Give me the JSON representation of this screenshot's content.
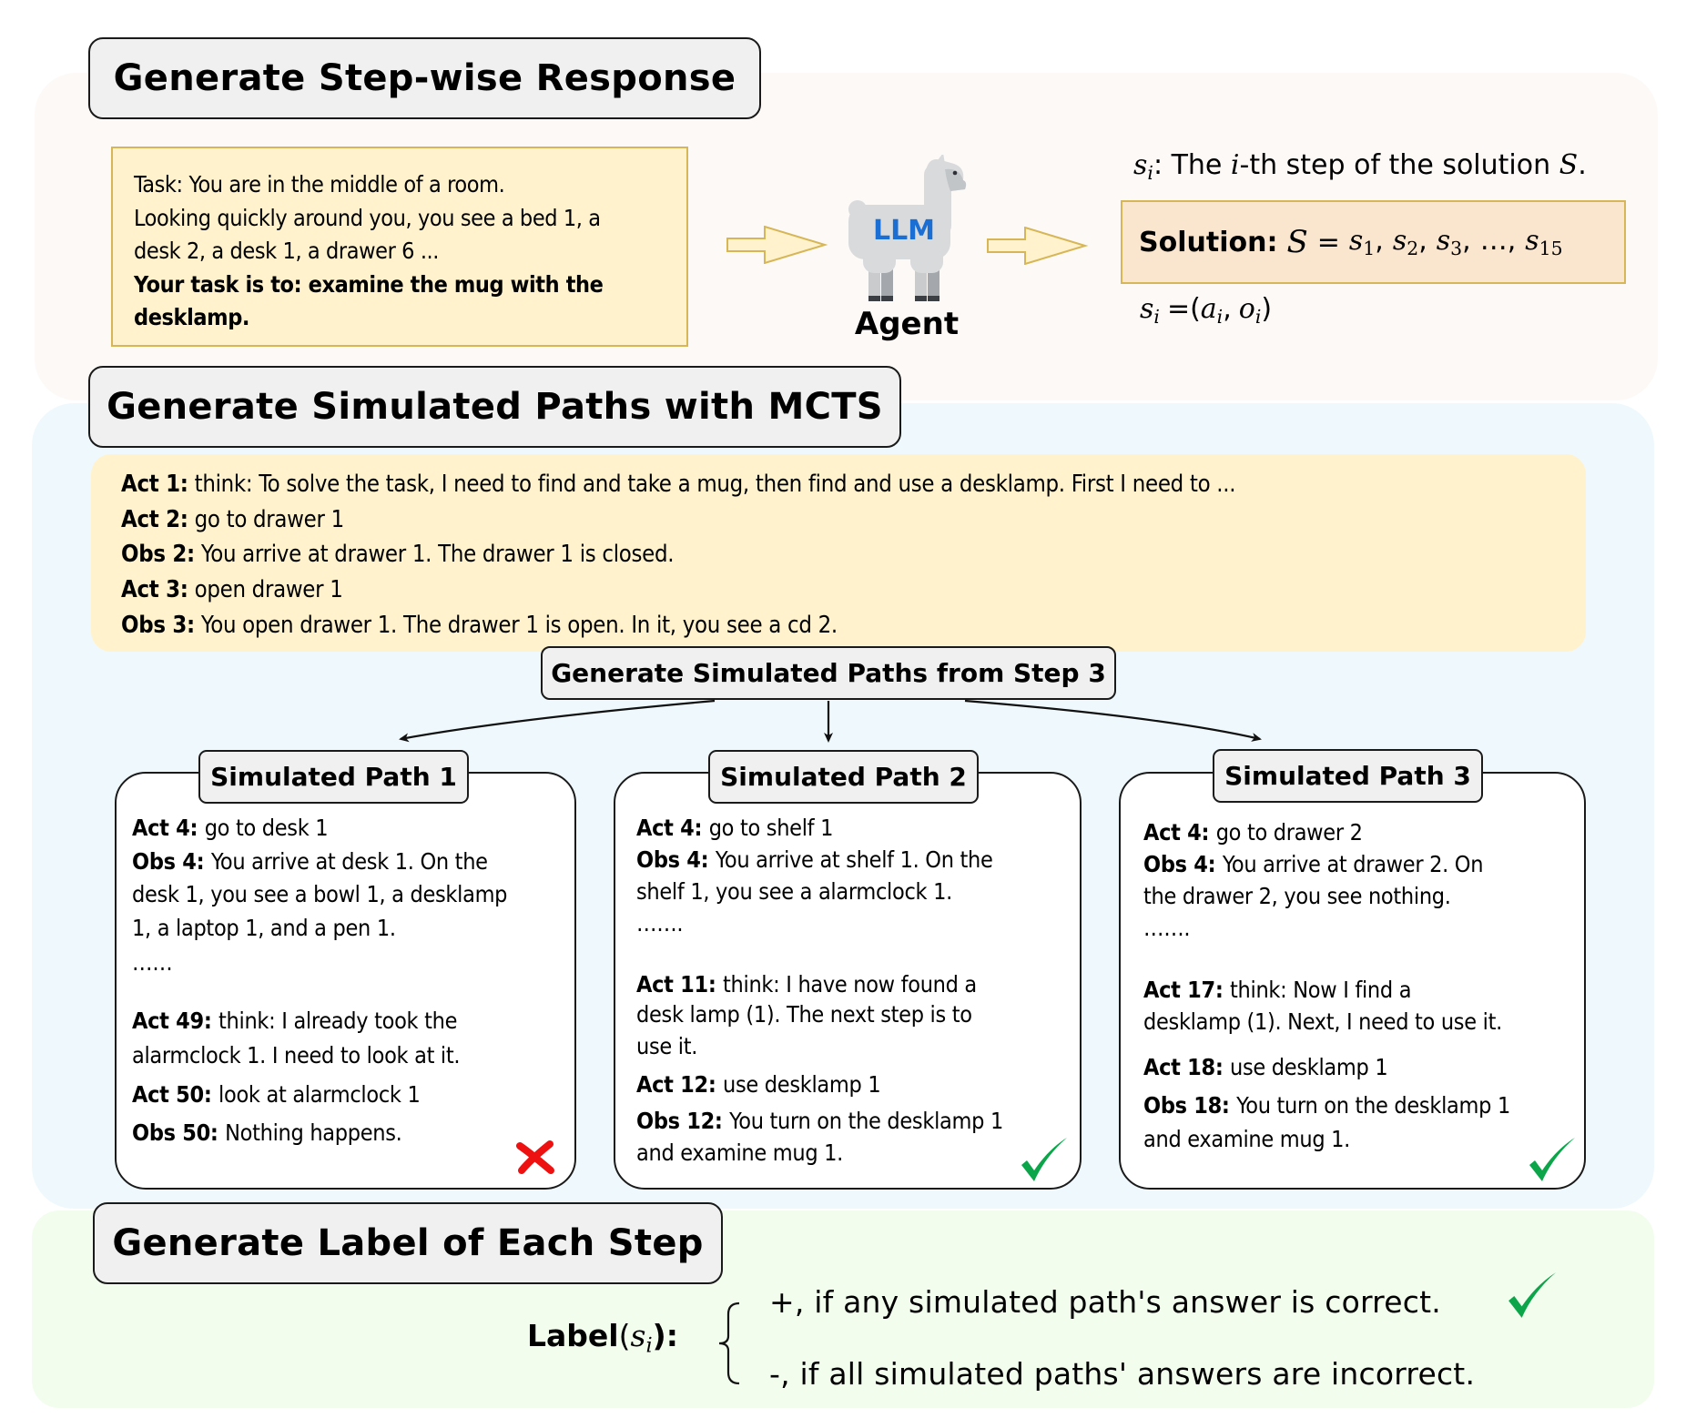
{
  "colors": {
    "stage1_bg": "#fdf9f7",
    "stage2_bg": "#eff9fd",
    "stage3_bg": "#f2fdee",
    "note_fill": "#fff2cc",
    "note_border": "#d6b656",
    "solution_fill": "#fae5ce",
    "title_fill": "#f0f0f0",
    "llm_blue": "#1b6fd4",
    "correct_green": "#0ca54a",
    "wrong_red": "#ee1111"
  },
  "stage1": {
    "title": "Generate Step-wise Response",
    "task": {
      "line1": "Task: You are in the middle of a room.",
      "line2": "Looking quickly around you, you see a bed 1, a",
      "line3": "desk 2, a desk 1, a drawer 6 ...",
      "goal_line1": "Your task is to: examine the mug with the",
      "goal_line2": "desklamp."
    },
    "agent": {
      "icon": "llama-icon",
      "badge": "LLM",
      "label": "Agent"
    },
    "definition": {
      "symbol": "s",
      "symbol_sub": "i",
      "text_before": ": The ",
      "i_var": "i",
      "text_after": "-th step of the solution ",
      "solution_var": "S",
      "period": "."
    },
    "solution": {
      "label": "Solution:",
      "S": "S",
      "equals": "=",
      "terms": [
        {
          "sym": "s",
          "sub": "1",
          "sep": ","
        },
        {
          "sym": "s",
          "sub": "2",
          "sep": ","
        },
        {
          "sym": "s",
          "sub": "3",
          "sep": ","
        },
        {
          "sym": "…",
          "sub": "",
          "sep": ","
        },
        {
          "sym": "s",
          "sub": "15",
          "sep": ""
        }
      ]
    },
    "step_eq": {
      "lhs": "s",
      "lhs_sub": "i",
      "eq": "=(",
      "a": "a",
      "a_sub": "i",
      "comma": ",",
      "o": "o",
      "o_sub": "i",
      "close": ")"
    }
  },
  "stage2": {
    "title": "Generate Simulated Paths with MCTS",
    "history": [
      {
        "tag": "Act 1:",
        "text": "think: To solve the task, I need to find and take a mug, then find and use a desklamp. First I need to ..."
      },
      {
        "tag": "Act 2:",
        "text": "go to drawer 1"
      },
      {
        "tag": "Obs 2:",
        "text": "You arrive at drawer 1. The drawer 1 is closed."
      },
      {
        "tag": "Act 3:",
        "text": "open drawer 1"
      },
      {
        "tag": "Obs 3:",
        "text": "You open drawer 1. The drawer 1 is open. In it, you see a cd 2."
      }
    ],
    "branch_title": "Generate Simulated Paths from Step 3",
    "paths": [
      {
        "title": "Simulated Path 1",
        "result": "incorrect",
        "result_icon": "cross-icon",
        "lines": [
          {
            "tag": "Act 4:",
            "text": "go to desk 1"
          },
          {
            "tag": "Obs 4:",
            "text": "You arrive at desk 1. On the"
          },
          {
            "tag": "",
            "text": "desk 1, you see a bowl 1, a desklamp"
          },
          {
            "tag": "",
            "text": "1, a laptop 1, and a pen 1."
          },
          {
            "tag": "",
            "text": "……"
          },
          {
            "tag": "Act 49:",
            "text": "think: I already took the"
          },
          {
            "tag": "",
            "text": "alarmclock 1. I need to look at it."
          },
          {
            "tag": "Act 50:",
            "text": "look at alarmclock 1"
          },
          {
            "tag": "Obs 50:",
            "text": "Nothing happens."
          }
        ]
      },
      {
        "title": "Simulated Path 2",
        "result": "correct",
        "result_icon": "check-icon",
        "lines": [
          {
            "tag": "Act 4:",
            "text": "go to shelf 1"
          },
          {
            "tag": "Obs 4:",
            "text": "You arrive at shelf 1. On the"
          },
          {
            "tag": "",
            "text": "shelf 1, you see a alarmclock 1."
          },
          {
            "tag": "",
            "text": "……."
          },
          {
            "tag": "Act 11:",
            "text": "think: I have now found a"
          },
          {
            "tag": "",
            "text": "desk lamp (1). The next step is to"
          },
          {
            "tag": "",
            "text": "use it."
          },
          {
            "tag": "Act 12:",
            "text": "use desklamp 1"
          },
          {
            "tag": "Obs 12:",
            "text": "You turn on the desklamp 1"
          },
          {
            "tag": "",
            "text": "and examine mug 1."
          }
        ]
      },
      {
        "title": "Simulated Path 3",
        "result": "correct",
        "result_icon": "check-icon",
        "lines": [
          {
            "tag": "Act 4:",
            "text": "go to drawer 2"
          },
          {
            "tag": "Obs 4:",
            "text": "You arrive at drawer 2. On"
          },
          {
            "tag": "",
            "text": "the drawer 2, you see nothing."
          },
          {
            "tag": "",
            "text": "……."
          },
          {
            "tag": "Act 17:",
            "text": "think: Now I find a"
          },
          {
            "tag": "",
            "text": "desklamp (1). Next, I need to use it."
          },
          {
            "tag": "Act 18:",
            "text": "use desklamp 1"
          },
          {
            "tag": "Obs 18:",
            "text": "You turn on the desklamp 1"
          },
          {
            "tag": "",
            "text": "and examine mug 1."
          }
        ]
      }
    ]
  },
  "stage3": {
    "title": "Generate Label of Each Step",
    "label_word": "Label",
    "label_open": "(",
    "label_sym": "s",
    "label_sub": "i",
    "label_close": "):",
    "cases": [
      {
        "text": "+, if any simulated path's answer is correct.",
        "icon": "check-icon"
      },
      {
        "text": "-, if all simulated paths' answers are incorrect.",
        "icon": ""
      }
    ]
  }
}
